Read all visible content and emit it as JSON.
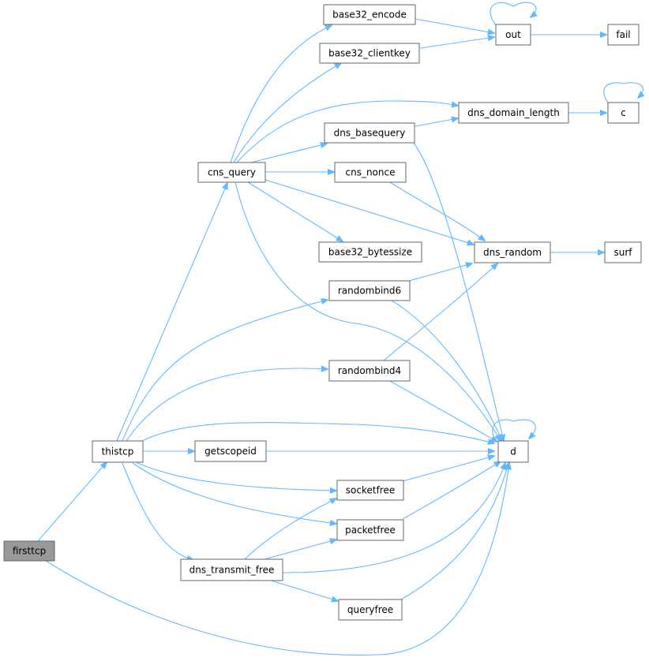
{
  "graph": {
    "root": "firsttcp",
    "colors": {
      "edge": "#63b8ff",
      "node_border": "#666666",
      "root_fill": "#999999",
      "node_fill": "#ffffff"
    },
    "nodes": [
      {
        "id": "firsttcp",
        "label": "firsttcp",
        "root": true
      },
      {
        "id": "thistcp",
        "label": "thistcp"
      },
      {
        "id": "cns_query",
        "label": "cns_query"
      },
      {
        "id": "base32_encode",
        "label": "base32_encode"
      },
      {
        "id": "base32_clientkey",
        "label": "base32_clientkey"
      },
      {
        "id": "dns_basequery",
        "label": "dns_basequery"
      },
      {
        "id": "cns_nonce",
        "label": "cns_nonce"
      },
      {
        "id": "base32_bytessize",
        "label": "base32_bytessize"
      },
      {
        "id": "randombind6",
        "label": "randombind6"
      },
      {
        "id": "randombind4",
        "label": "randombind4"
      },
      {
        "id": "getscopeid",
        "label": "getscopeid"
      },
      {
        "id": "socketfree",
        "label": "socketfree"
      },
      {
        "id": "packetfree",
        "label": "packetfree"
      },
      {
        "id": "dns_transmit_free",
        "label": "dns_transmit_free"
      },
      {
        "id": "queryfree",
        "label": "queryfree"
      },
      {
        "id": "out",
        "label": "out"
      },
      {
        "id": "fail",
        "label": "fail"
      },
      {
        "id": "dns_domain_length",
        "label": "dns_domain_length"
      },
      {
        "id": "c",
        "label": "c"
      },
      {
        "id": "dns_random",
        "label": "dns_random"
      },
      {
        "id": "surf",
        "label": "surf"
      },
      {
        "id": "d",
        "label": "d"
      }
    ],
    "edges": [
      [
        "firsttcp",
        "thistcp"
      ],
      [
        "firsttcp",
        "d"
      ],
      [
        "thistcp",
        "cns_query"
      ],
      [
        "thistcp",
        "randombind6"
      ],
      [
        "thistcp",
        "randombind4"
      ],
      [
        "thistcp",
        "d"
      ],
      [
        "thistcp",
        "getscopeid"
      ],
      [
        "thistcp",
        "socketfree"
      ],
      [
        "thistcp",
        "packetfree"
      ],
      [
        "thistcp",
        "dns_transmit_free"
      ],
      [
        "cns_query",
        "base32_encode"
      ],
      [
        "cns_query",
        "base32_clientkey"
      ],
      [
        "cns_query",
        "dns_domain_length"
      ],
      [
        "cns_query",
        "dns_basequery"
      ],
      [
        "cns_query",
        "cns_nonce"
      ],
      [
        "cns_query",
        "dns_random"
      ],
      [
        "cns_query",
        "base32_bytessize"
      ],
      [
        "cns_query",
        "d"
      ],
      [
        "base32_encode",
        "out"
      ],
      [
        "base32_clientkey",
        "out"
      ],
      [
        "out",
        "out"
      ],
      [
        "out",
        "fail"
      ],
      [
        "dns_basequery",
        "dns_domain_length"
      ],
      [
        "dns_basequery",
        "d"
      ],
      [
        "dns_domain_length",
        "c"
      ],
      [
        "c",
        "c"
      ],
      [
        "cns_nonce",
        "dns_random"
      ],
      [
        "dns_random",
        "surf"
      ],
      [
        "randombind6",
        "dns_random"
      ],
      [
        "randombind6",
        "d"
      ],
      [
        "randombind4",
        "dns_random"
      ],
      [
        "randombind4",
        "d"
      ],
      [
        "getscopeid",
        "d"
      ],
      [
        "socketfree",
        "d"
      ],
      [
        "packetfree",
        "d"
      ],
      [
        "dns_transmit_free",
        "socketfree"
      ],
      [
        "dns_transmit_free",
        "packetfree"
      ],
      [
        "dns_transmit_free",
        "d"
      ],
      [
        "dns_transmit_free",
        "queryfree"
      ],
      [
        "queryfree",
        "d"
      ],
      [
        "d",
        "d"
      ]
    ]
  }
}
